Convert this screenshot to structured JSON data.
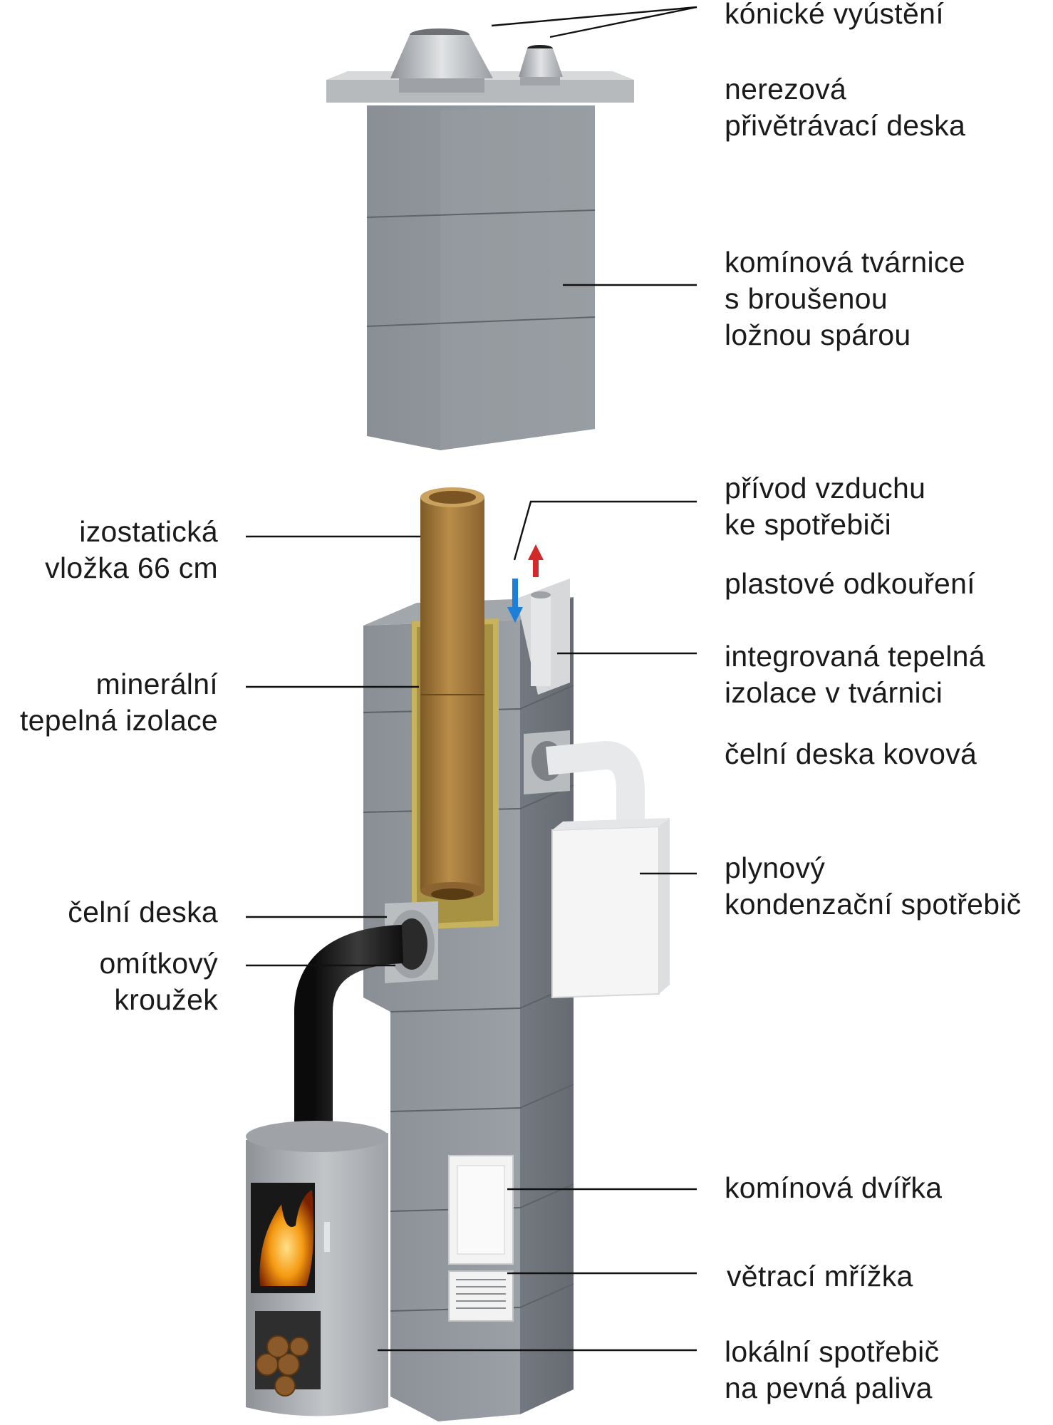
{
  "labels": {
    "conical_outlet": [
      "kónické vyústění"
    ],
    "stainless_plate": [
      "nerezová",
      "přivětrávací deska"
    ],
    "chimney_block": [
      "komínová tvárnice",
      "s broušenou",
      "ložnou spárou"
    ],
    "air_supply": [
      "přívod vzduchu",
      "ke spotřebiči"
    ],
    "plastic_flue": [
      "plastové odkouření"
    ],
    "integrated_insulation": [
      "integrovaná tepelná",
      "izolace v tvárnici"
    ],
    "metal_front_plate": [
      "čelní deska kovová"
    ],
    "gas_boiler": [
      "plynový",
      "kondenzační spotřebič"
    ],
    "chimney_door": [
      "komínová dvířka"
    ],
    "vent_grille": [
      "větrací mřížka"
    ],
    "solid_fuel_stove": [
      "lokální spotřebič",
      "na pevná paliva"
    ],
    "isostatic_liner": [
      "izostatická",
      "vložka 66 cm"
    ],
    "mineral_insulation": [
      "minerální",
      "tepelná izolace"
    ],
    "front_plate": [
      "čelní deska"
    ],
    "plaster_ring": [
      "omítkový",
      "kroužek"
    ]
  },
  "colors": {
    "concrete": "#8e9398",
    "concrete_dark": "#6f747a",
    "liner": "#a5793a",
    "insulation": "#c9b668",
    "steel": "#c3c6c9",
    "boiler": "#f2f2f2",
    "stove_pipe": "#1b1b1b",
    "fire": "#f08a12",
    "leader": "#111111"
  },
  "icons": [
    "up-arrow-red-icon",
    "down-arrow-blue-icon",
    "flame-icon"
  ]
}
